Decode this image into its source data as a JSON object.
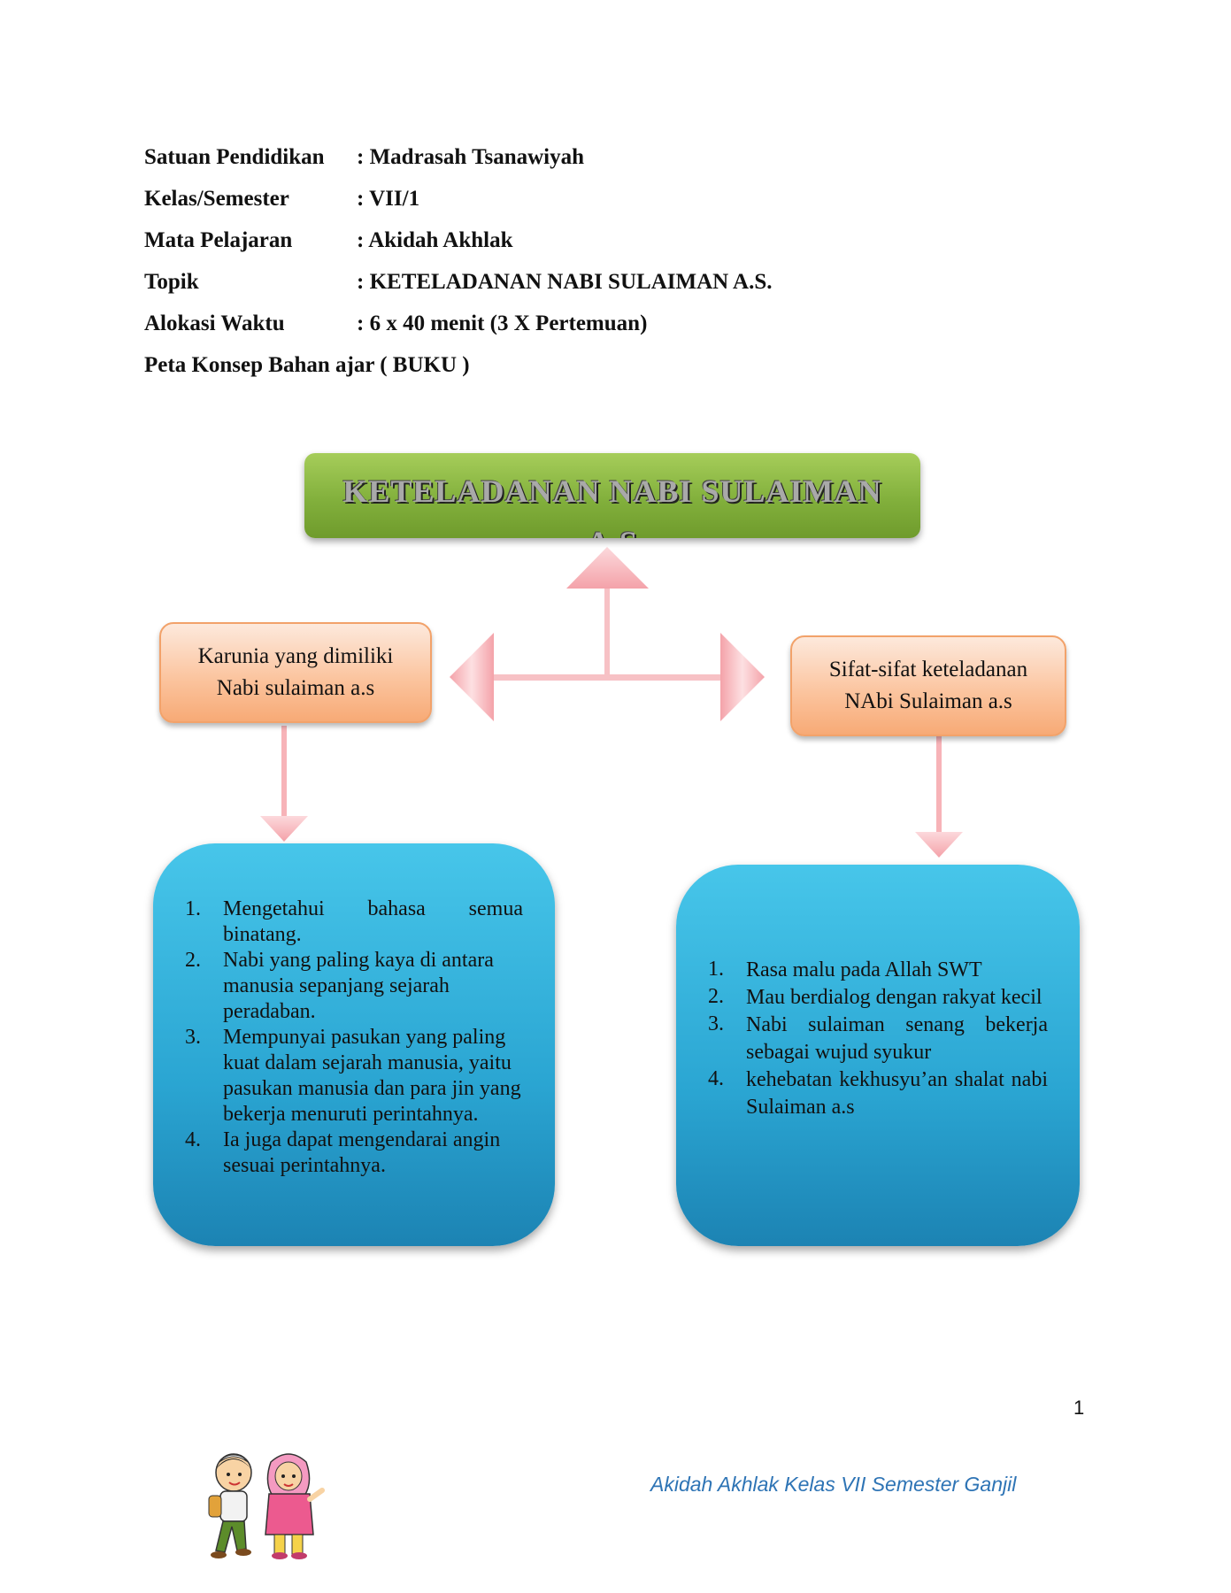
{
  "header": {
    "rows": [
      {
        "label": "Satuan Pendidikan",
        "value": ": Madrasah Tsanawiyah"
      },
      {
        "label": "Kelas/Semester",
        "value": ": VII/1"
      },
      {
        "label": "Mata Pelajaran",
        "value": ": Akidah Akhlak"
      },
      {
        "label": "Topik",
        "value": ": KETELADANAN NABI SULAIMAN A.S."
      },
      {
        "label": "Alokasi Waktu",
        "value": ": 6 x 40 menit (3 X Pertemuan)"
      }
    ],
    "concept_map_title": "Peta Konsep Bahan ajar ( BUKU )"
  },
  "diagram": {
    "title_line1": "KETELADANAN NABI SULAIMAN",
    "title_line2": "A.S",
    "left_box": {
      "line1": "Karunia yang dimiliki",
      "line2": "Nabi sulaiman a.s"
    },
    "right_box": {
      "line1": "Sifat-sifat keteladanan",
      "line2": "NAbi Sulaiman a.s"
    },
    "left_list": [
      {
        "num": "1.",
        "text": "Mengetahui bahasa semua binatang."
      },
      {
        "num": "2.",
        "text": "Nabi yang paling kaya di antara manusia sepanjang sejarah peradaban."
      },
      {
        "num": "3.",
        "text": "Mempunyai pasukan yang paling kuat dalam sejarah manusia, yaitu pasukan manusia dan para jin yang bekerja menuruti perintahnya."
      },
      {
        "num": "4.",
        "text": "Ia juga dapat mengendarai angin sesuai perintahnya."
      }
    ],
    "right_list": [
      {
        "num": "1.",
        "text": "Rasa malu pada Allah SWT"
      },
      {
        "num": "2.",
        "text": "Mau berdialog dengan rakyat kecil"
      },
      {
        "num": "3.",
        "text": "Nabi sulaiman senang bekerja sebagai wujud syukur"
      },
      {
        "num": "4.",
        "text": "kehebatan kekhusyu’an  shalat nabi Sulaiman a.s"
      }
    ],
    "colors": {
      "title_green": "#82b03c",
      "orange": "#fbc29b",
      "blue": "#2aa5d2",
      "arrow_pink": "#f7b3b8"
    }
  },
  "footer": {
    "page_number": "1",
    "text": "Akidah Akhlak Kelas VII Semester Ganjil"
  }
}
